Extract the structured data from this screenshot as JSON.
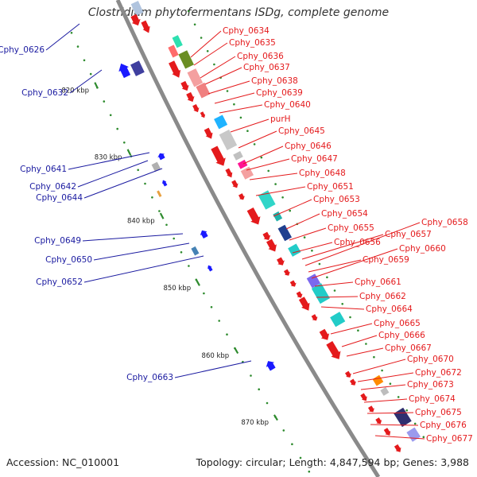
{
  "title": "Clostridium phytofermentans ISDg, complete genome",
  "footer": {
    "accession": "Accession: NC_010001",
    "stats": "Topology: circular; Length: 4,847,594 bp; Genes: 3,988"
  },
  "colors": {
    "backbone": "#8a8a8a",
    "ticks": "#2e8b2e",
    "forward_arrows": "#e41a1c",
    "reverse_arrows": "#1a1aff",
    "labels_right": "#e41a1c",
    "labels_left": "#1a1aa0"
  },
  "kbp_labels": [
    "820 kbp",
    "830 kbp",
    "840 kbp",
    "850 kbp",
    "860 kbp",
    "870 kbp"
  ],
  "genes_left": [
    "Cphy_0626",
    "Cphy_0632",
    "Cphy_0641",
    "Cphy_0642",
    "Cphy_0644",
    "Cphy_0649",
    "Cphy_0650",
    "Cphy_0652",
    "Cphy_0663"
  ],
  "genes_right": [
    "Cphy_0634",
    "Cphy_0635",
    "Cphy_0636",
    "Cphy_0637",
    "Cphy_0638",
    "Cphy_0639",
    "Cphy_0640",
    "purH",
    "Cphy_0645",
    "Cphy_0646",
    "Cphy_0647",
    "Cphy_0648",
    "Cphy_0651",
    "Cphy_0653",
    "Cphy_0654",
    "Cphy_0655",
    "Cphy_0656",
    "Cphy_0657",
    "Cphy_0658",
    "Cphy_0659",
    "Cphy_0660",
    "Cphy_0661",
    "Cphy_0662",
    "Cphy_0664",
    "Cphy_0665",
    "Cphy_0666",
    "Cphy_0667",
    "Cphy_0670",
    "Cphy_0672",
    "Cphy_0673",
    "Cphy_0674",
    "Cphy_0675",
    "Cphy_0676",
    "Cphy_0677"
  ]
}
